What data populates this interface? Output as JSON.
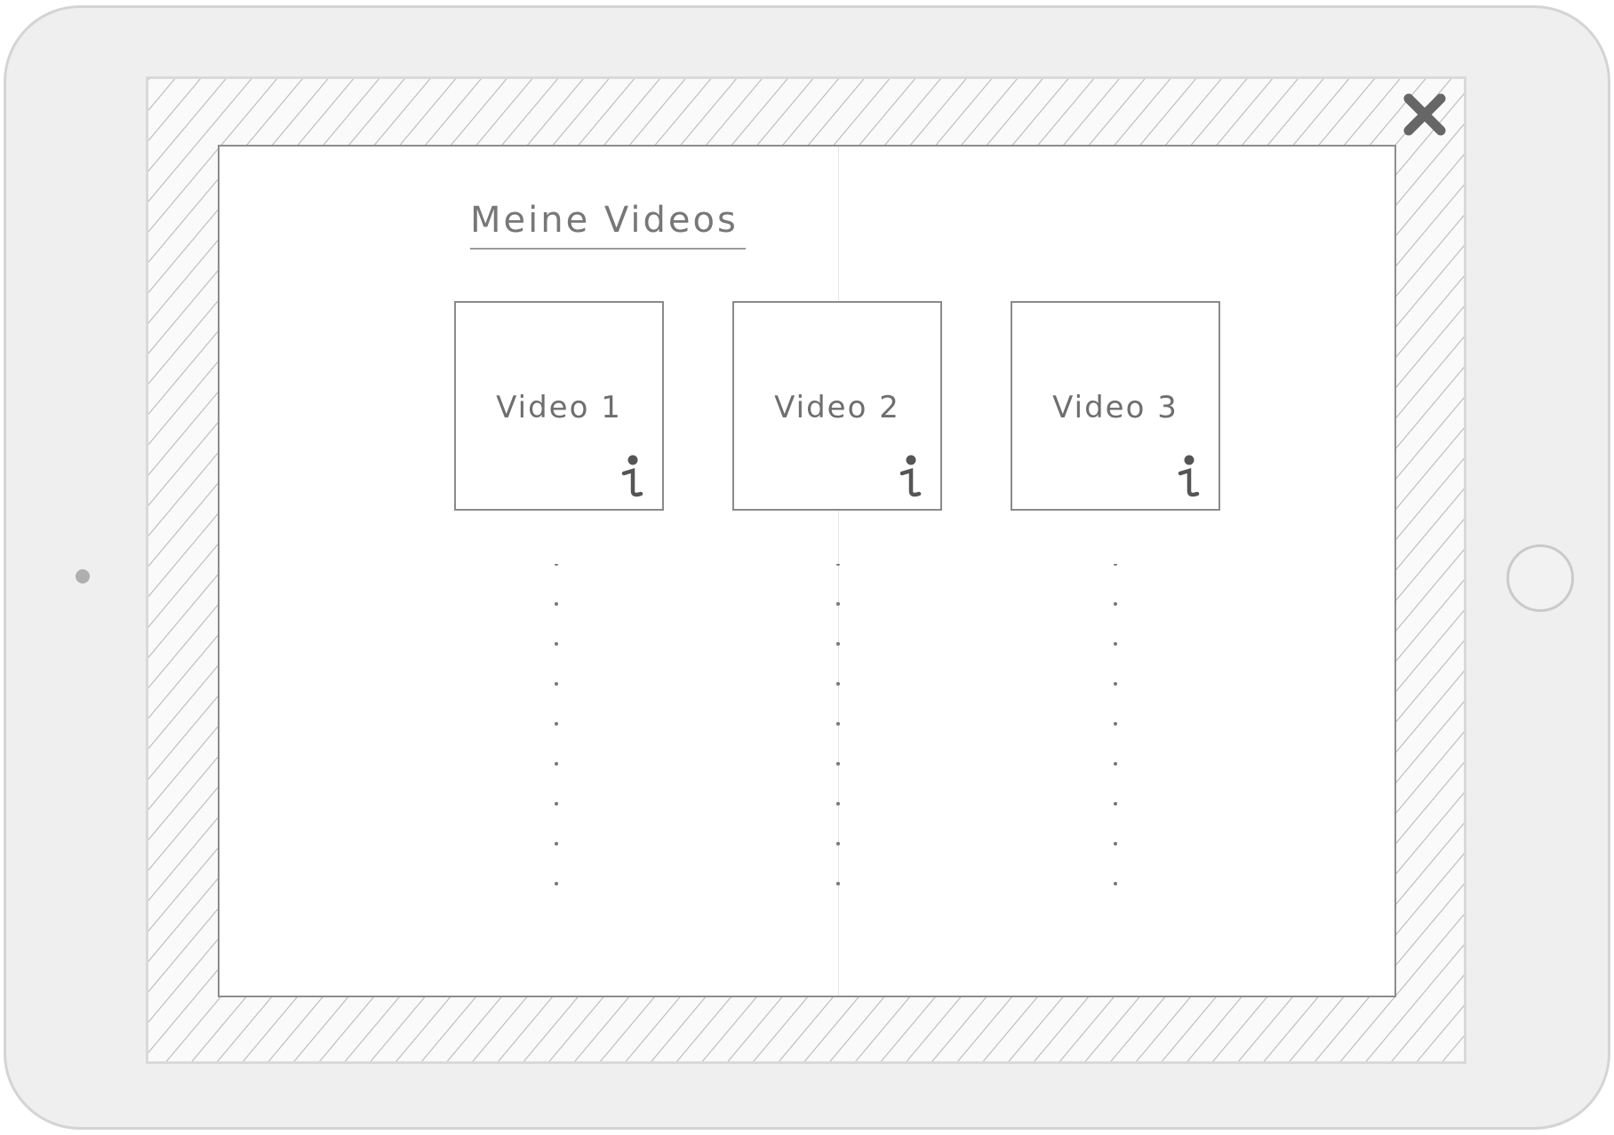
{
  "screen": {
    "title": "Meine Videos",
    "videos": [
      {
        "label": "Video 1"
      },
      {
        "label": "Video 2"
      },
      {
        "label": "Video 3"
      }
    ]
  },
  "colors": {
    "device_body": "#eeefee",
    "device_border": "#d3d5d3",
    "pencil_line": "#8a8a8a",
    "pencil_text": "#6e6e6e",
    "close_icon": "#666666"
  },
  "icons": {
    "close": "close-icon",
    "info": "info-icon",
    "home": "home-button",
    "camera": "camera-icon"
  }
}
